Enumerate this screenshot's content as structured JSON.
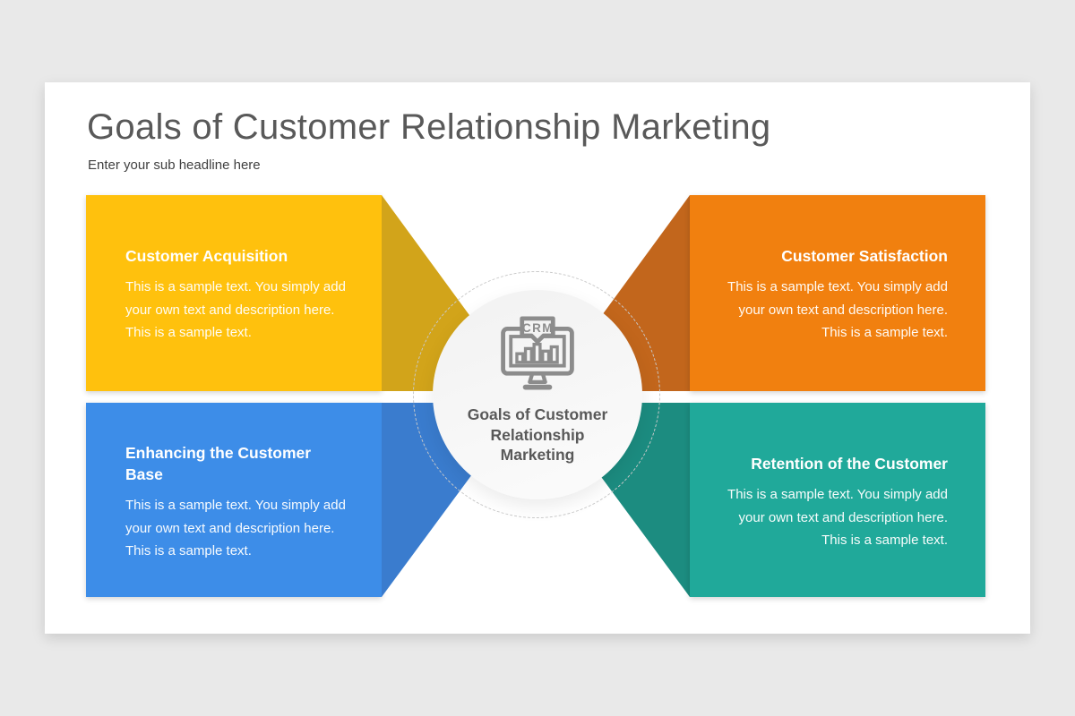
{
  "page": {
    "background_color": "#E9E9E9",
    "card_color": "#FFFFFF"
  },
  "slide": {
    "title": "Goals of Customer Relationship Marketing",
    "title_color": "#595959",
    "subtitle": "Enter your sub headline here"
  },
  "center": {
    "label_lines": [
      "Goals of Customer",
      "Relationship",
      "Marketing"
    ],
    "icon": {
      "name": "crm-monitor-bar-chart-icon",
      "tag_text": "CRM",
      "color": "#8C8C8C"
    },
    "ring_color": "#C9C9C9"
  },
  "blocks": [
    {
      "position": "top-left",
      "title": "Customer Acquisition",
      "body_lines": [
        "This is a sample text. You simply add",
        "your own text and description here.",
        "This is a sample text."
      ],
      "fill_color": "#FFC10D",
      "fold_color": "#D2A41A",
      "text_align": "left"
    },
    {
      "position": "top-right",
      "title": "Customer Satisfaction",
      "body_lines": [
        "This is a sample text. You simply add",
        "your own text and description here.",
        "This is a sample text."
      ],
      "fill_color": "#F1800F",
      "fold_color": "#C2661C",
      "text_align": "right"
    },
    {
      "position": "bottom-left",
      "title": "Enhancing the Customer Base",
      "body_lines": [
        "This is a sample text. You simply add",
        "your own text and description here.",
        "This is a sample text."
      ],
      "fill_color": "#3D8DE8",
      "fold_color": "#3A7CCE",
      "text_align": "left"
    },
    {
      "position": "bottom-right",
      "title": "Retention of the Customer",
      "body_lines": [
        "This is a sample text. You simply add",
        "your own text and description here.",
        "This is a sample text."
      ],
      "fill_color": "#20A99A",
      "fold_color": "#1C8C80",
      "text_align": "right"
    }
  ]
}
